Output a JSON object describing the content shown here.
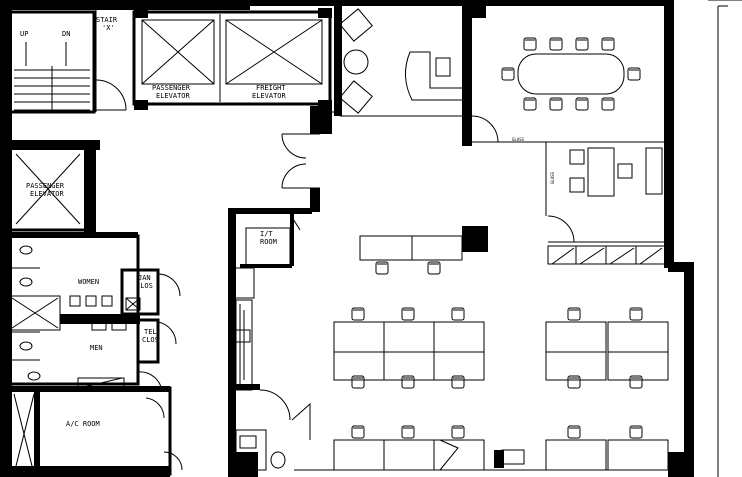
{
  "rooms": {
    "stair_label": "STAIR\n'X'",
    "stair_up": "UP",
    "stair_dn": "DN",
    "passenger_elevator_top": "PASSENGER\nELEVATOR",
    "freight_elevator": "FREIGHT\nELEVATOR",
    "passenger_elevator_left": "PASSENGER\nELEVATOR",
    "women": "WOMEN",
    "men": "MEN",
    "jan_clos": "JAN\nCLOS",
    "tel_clos": "TEL\nCLOS",
    "it_room": "I/T\nROOM",
    "ac_room": "A/C ROOM",
    "glass_1": "GLASS",
    "glass_2": "GLASS"
  }
}
